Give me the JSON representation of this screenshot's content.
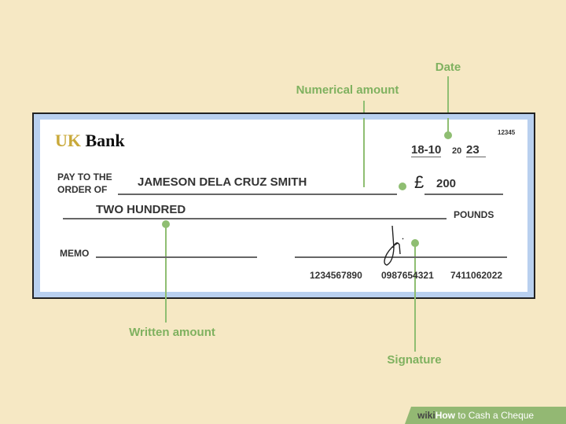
{
  "labels": {
    "date": "Date",
    "numerical_amount": "Numerical amount",
    "written_amount": "Written amount",
    "signature": "Signature"
  },
  "cheque": {
    "bank_prefix": "UK",
    "bank_name": "Bank",
    "cheque_number": "12345",
    "date_daymonth": "18-10",
    "date_century": "20",
    "date_year": "23",
    "pay_to_line1": "PAY TO THE",
    "pay_to_line2": "ORDER OF",
    "payee": "JAMESON DELA CRUZ SMITH",
    "currency_symbol": "£",
    "amount": "200",
    "written_amount": "TWO HUNDRED",
    "pounds_label": "POUNDS",
    "memo_label": "MEMO",
    "numbers": [
      "1234567890",
      "0987654321",
      "7411062022"
    ]
  },
  "footer": {
    "wiki": "wiki",
    "how": "How",
    "rest": " to Cash a Cheque"
  },
  "colors": {
    "background": "#f6e8c4",
    "callout": "#8fbe72",
    "border_band": "#b9d0ef",
    "bank_gold": "#c9a93a"
  }
}
